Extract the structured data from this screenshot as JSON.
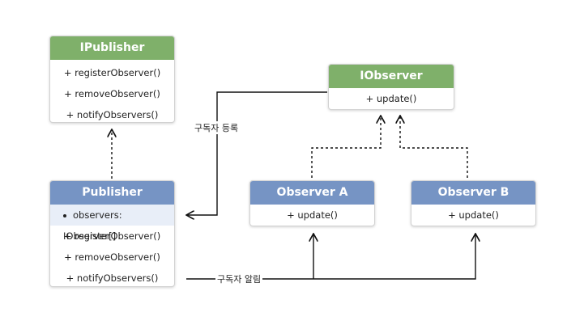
{
  "ipublisher": {
    "title": "IPublisher",
    "methods": [
      "+ registerObserver()",
      "+ removeObserver()",
      "+ notifyObservers()"
    ]
  },
  "iobserver": {
    "title": "IObserver",
    "methods": [
      "+ update()"
    ]
  },
  "publisher": {
    "title": "Publisher",
    "field": "observers: IObserver[]",
    "methods": [
      "+ registerObserver()",
      "+ removeObserver()",
      "+ notifyObservers()"
    ]
  },
  "observer_a": {
    "title": "Observer A",
    "methods": [
      "+ update()"
    ]
  },
  "observer_b": {
    "title": "Observer B",
    "methods": [
      "+ update()"
    ]
  },
  "labels": {
    "subscribe": "구독자 등록",
    "notify": "구독자 알림"
  },
  "colors": {
    "interface_header": "#7fb06a",
    "class_header": "#7694c4",
    "highlight_row": "#e8eef8"
  }
}
